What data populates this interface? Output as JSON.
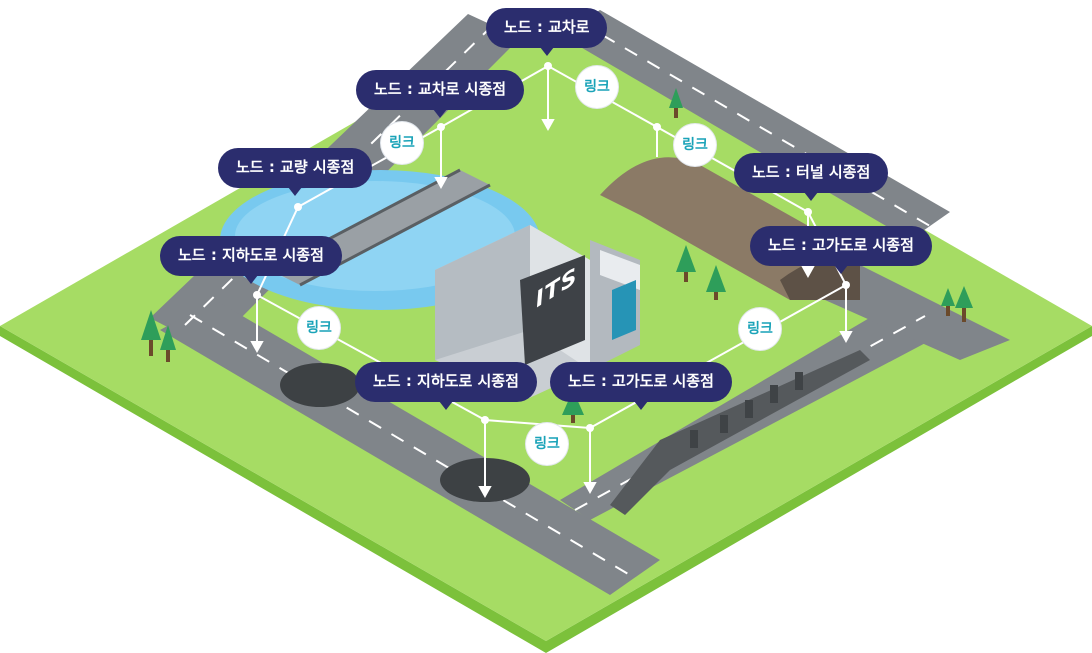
{
  "building_sign": "ITS",
  "node_labels": [
    "노드 : 교차로",
    "노드 : 교차로 시종점",
    "노드 : 교량 시종점",
    "노드 : 지하도로 시종점",
    "노드 : 터널 시종점",
    "노드 : 고가도로 시종점",
    "노드 : 지하도로 시종점",
    "노드 : 고가도로 시종점"
  ],
  "link_label": "링크",
  "colors": {
    "grass": "#a6dc64",
    "grass_edge": "#7cc13b",
    "road": "#7f8488",
    "water": "#77c8ee",
    "node_fill": "#2b2d6e",
    "link_text": "#1aa3b8"
  }
}
